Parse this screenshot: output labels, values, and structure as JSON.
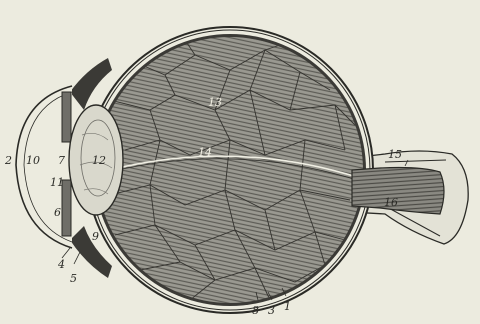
{
  "colors": {
    "paper": "#ecebdf",
    "ink": "#2a2a26",
    "vitreous_fill": "#8e8d86",
    "lens_fill": "#d9d8cc",
    "dark_layer": "#3b3a36"
  },
  "labels": {
    "l1": "1",
    "l2": "2",
    "l3": "3",
    "l4": "4",
    "l5": "5",
    "l6": "6",
    "l7": "7",
    "l8": "8",
    "l9": "9",
    "l10": "10",
    "l11": "11",
    "l12": "12",
    "l13": "13",
    "l14": "14",
    "l15": "15",
    "l16": "16"
  }
}
